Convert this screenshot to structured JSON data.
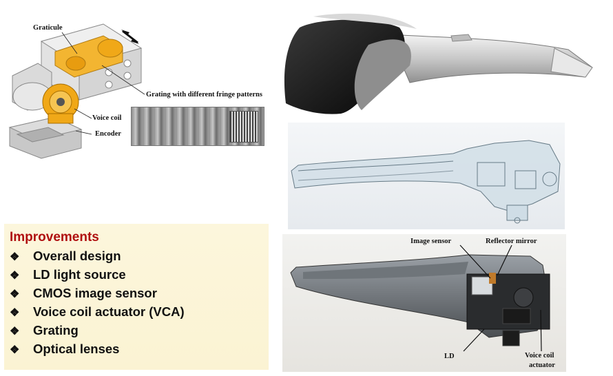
{
  "labels": {
    "graticule": "Graticule",
    "grating": "Grating with different fringe patterns",
    "voice_coil": "Voice coil",
    "encoder": "Encoder",
    "image_sensor": "Image sensor",
    "reflector_mirror": "Reflector mirror",
    "ld": "LD",
    "voice_coil_actuator_line1": "Voice coil",
    "voice_coil_actuator_line2": "actuator"
  },
  "improvements": {
    "title": "Improvements",
    "bullet": "❖",
    "items": [
      "Overall design",
      "LD light source",
      "CMOS image sensor",
      "Voice coil actuator (VCA)",
      "Grating",
      "Optical lenses"
    ]
  },
  "colors": {
    "title_red": "#b01010",
    "panel_bg": "#fcf6dc",
    "orange": "#f0a818"
  }
}
